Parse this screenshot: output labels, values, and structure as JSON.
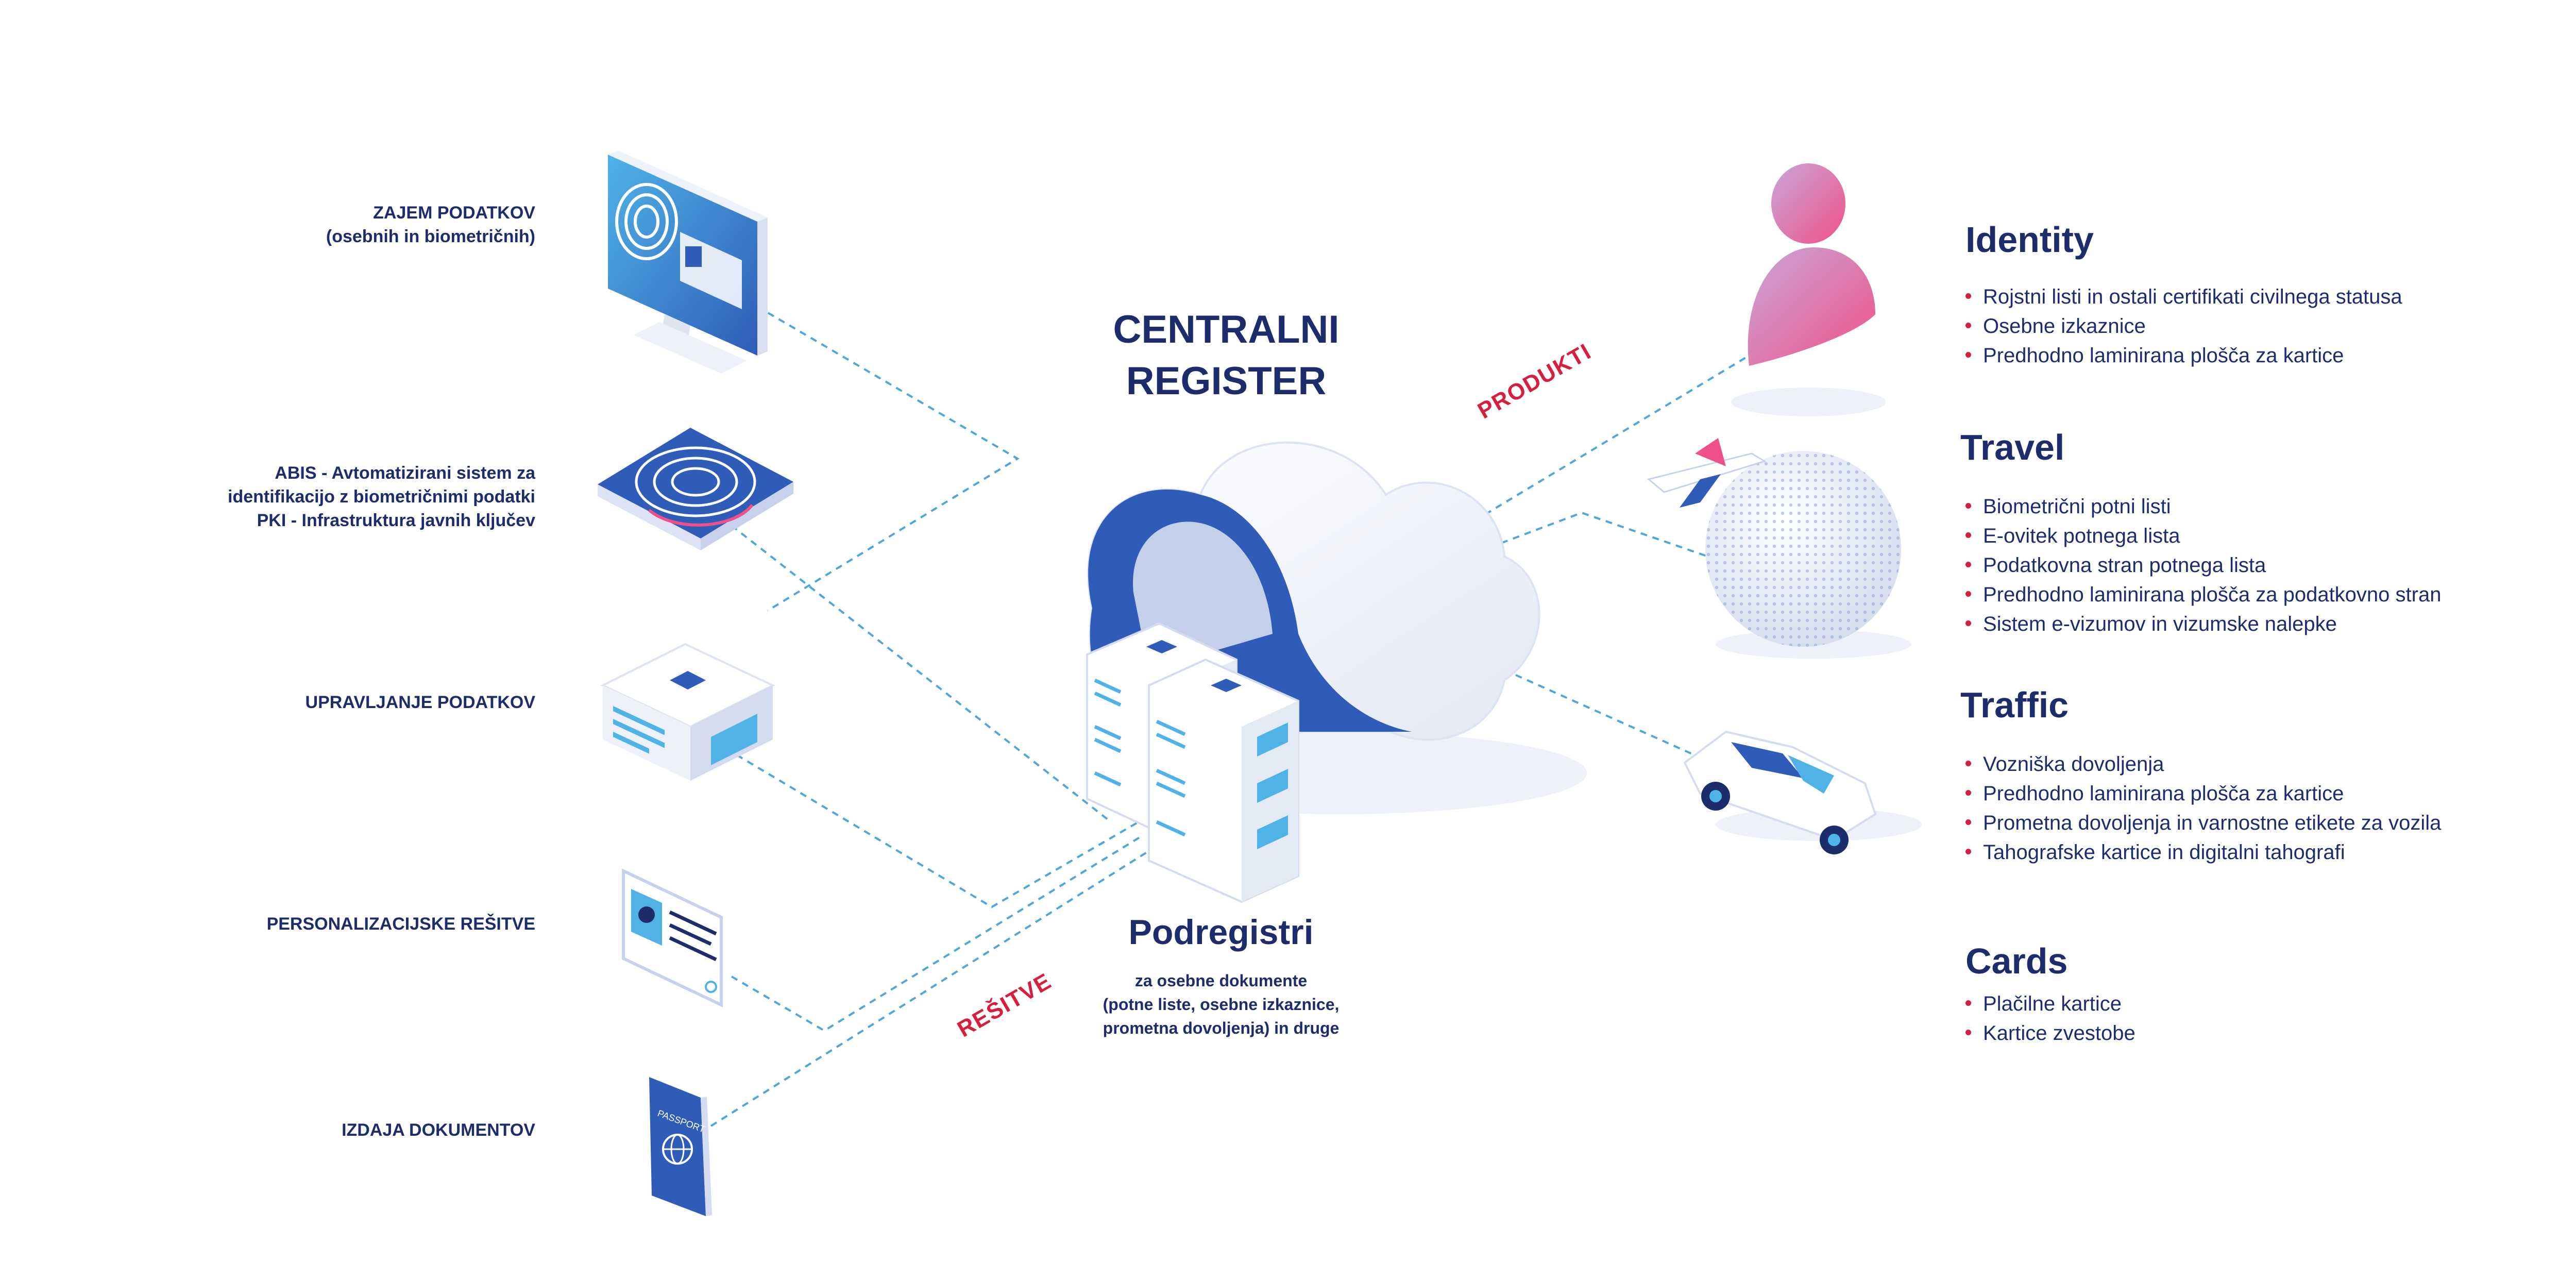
{
  "left_items": [
    {
      "lines": [
        "ZAJEM PODATKOV",
        "(osebnih in biometričnih)"
      ]
    },
    {
      "lines": [
        "ABIS - Avtomatizirani sistem za",
        "identifikacijo z biometričnimi podatki",
        "PKI - Infrastruktura javnih ključev"
      ]
    },
    {
      "lines": [
        "UPRAVLJANJE PODATKOV"
      ]
    },
    {
      "lines": [
        "PERSONALIZACIJSKE REŠITVE"
      ]
    },
    {
      "lines": [
        "IZDAJA DOKUMENTOV"
      ]
    }
  ],
  "center": {
    "title_lines": [
      "CENTRALNI",
      "REGISTER"
    ],
    "sub_title": "Podregistri",
    "sub_desc_lines": [
      "za osebne dokumente",
      "(potne liste, osebne izkaznice,",
      "prometna dovoljenja) in druge"
    ]
  },
  "labels": {
    "produkti": "PRODUKTI",
    "resitve": "REŠITVE"
  },
  "passport_text": "PASSPORT",
  "categories": [
    {
      "title": "Identity",
      "items": [
        "Rojstni listi in ostali certifikati civilnega statusa",
        "Osebne izkaznice",
        "Predhodno laminirana plošča za kartice"
      ]
    },
    {
      "title": "Travel",
      "items": [
        "Biometrični potni listi",
        "E-ovitek potnega lista",
        "Podatkovna stran potnega lista",
        "Predhodno laminirana plošča za podatkovno stran",
        "Sistem e-vizumov in vizumske nalepke"
      ]
    },
    {
      "title": "Traffic",
      "items": [
        "Vozniška dovoljenja",
        "Predhodno laminirana plošča za kartice",
        "Prometna dovoljenja in varnostne etikete za vozila",
        "Tahografske kartice in digitalni tahografi"
      ]
    },
    {
      "title": "Cards",
      "items": [
        "Plačilne kartice",
        "Kartice zvestobe"
      ]
    }
  ],
  "colors": {
    "navy": "#1d2c6b",
    "red": "#d61f3f",
    "blue": "#2f5cb8",
    "light_blue": "#4fb3e8",
    "pink": "#f0508a"
  },
  "icons": [
    "monitor-fingerprint-icon",
    "fingerprint-scanner-icon",
    "data-box-icon",
    "id-card-icon",
    "passport-icon",
    "person-icon",
    "globe-airplane-icon",
    "car-icon",
    "cloud-server-icon"
  ]
}
